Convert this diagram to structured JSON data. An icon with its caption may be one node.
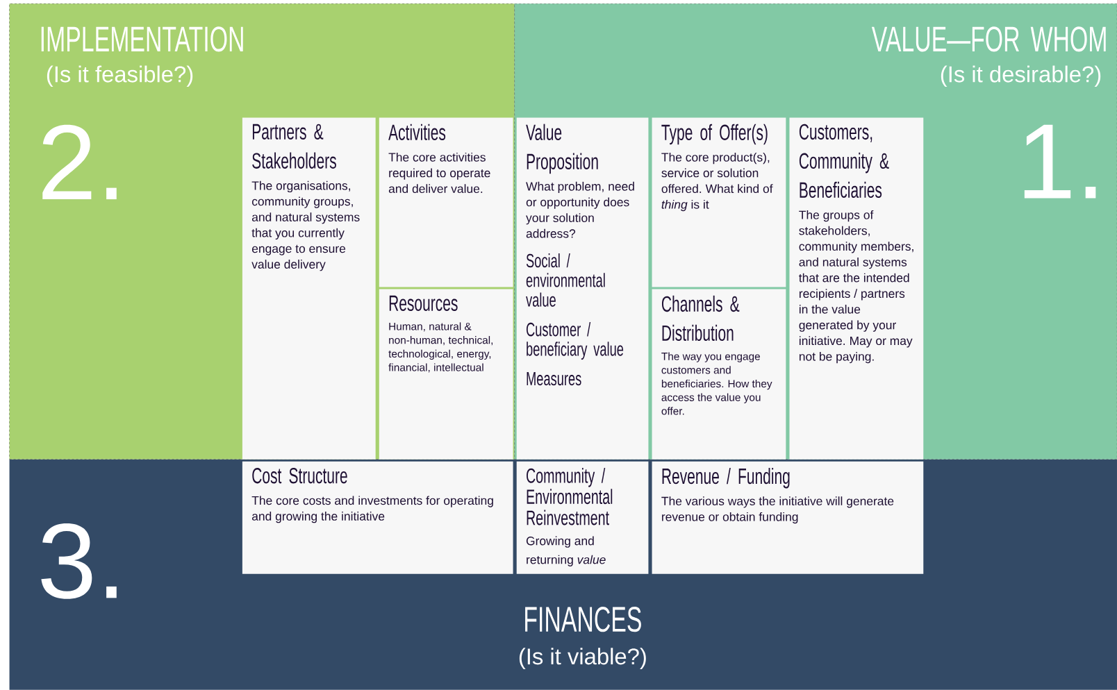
{
  "diagram": {
    "nodes": [
      {
        "text": [
          "IMPLEMENTATION",
          "(Is it feasible?)",
          "2."
        ]
      },
      {
        "text": [
          "VALUE—FOR WHOM",
          "(Is it desirable?)",
          "1."
        ]
      },
      {
        "text": [
          "FINANCES",
          "(Is it viable?)",
          "3."
        ]
      },
      {
        "text": [
          "Partners & Stakeholders",
          "The organisations, community groups, and natural systems that you currently engage to ensure value delivery"
        ],
        "in": 0
      },
      {
        "text": [
          "Activities",
          "The core activities required to operate and deliver value."
        ],
        "in": 0
      },
      {
        "text": [
          "Resources",
          "Human, natural & non-human, technical, technological, energy, financial, intellectual"
        ],
        "in": 0
      },
      {
        "text": [
          "Value Proposition",
          "What problem, need or opportunity does your solution address?",
          "Social / environmental value",
          "Customer / beneficiary value",
          "Measures"
        ],
        "in": 1
      },
      {
        "text": [
          "Type of Offer(s)",
          "The core product(s), service or solution offered. What kind of *thing* is it"
        ],
        "in": 1
      },
      {
        "text": [
          "Channels & Distribution",
          "The way you engage customers and beneficiaries. How they access the value you offer."
        ],
        "in": 1
      },
      {
        "text": [
          "Customers, Community & Beneficiaries",
          "The groups of stakeholders, community members, and natural systems that are the intended recipients / partners in the value generated by your initiative. May or may not be paying."
        ],
        "in": 1
      },
      {
        "text": [
          "Cost Structure",
          "The core costs and investments for operating and growing the initiative"
        ],
        "in": 2
      },
      {
        "text": [
          "Community / Environmental Reinvestment",
          "Growing and returning *value*"
        ],
        "in": 2
      },
      {
        "text": [
          "Revenue / Funding",
          "The various ways the initiative will generate revenue or obtain funding"
        ],
        "in": 2
      }
    ]
  }
}
